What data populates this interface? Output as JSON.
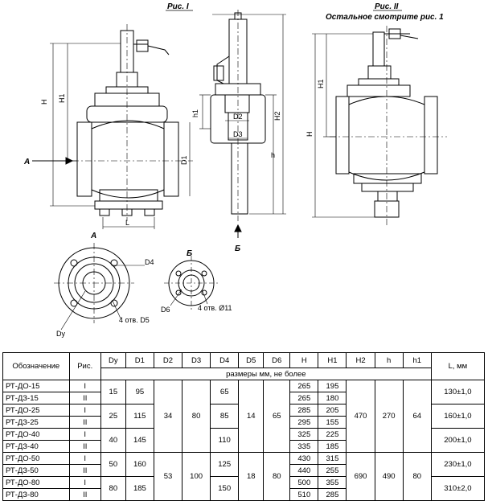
{
  "figure": {
    "fig1_caption": "Рис. I",
    "fig2_caption": "Рис. II",
    "fig2_note": "Остальное смотрите рис. 1",
    "view_a": "А",
    "view_b": "Б",
    "arrow_a": "А",
    "arrow_b": "Б",
    "dims": {
      "H": "H",
      "H1": "H1",
      "H2": "H2",
      "h": "h",
      "h1": "h1",
      "L": "L",
      "D1": "D1",
      "D2": "D2",
      "D3": "D3",
      "D4": "D4",
      "D6": "D6",
      "Dy": "Dy"
    },
    "holes_a": "4 отв. D5",
    "holes_b": "4 отв. Ø11"
  },
  "table": {
    "headers": [
      "Обозначение",
      "Рис.",
      "Dy",
      "D1",
      "D2",
      "D3",
      "D4",
      "D5",
      "D6",
      "H",
      "H1",
      "H2",
      "h",
      "h1",
      "L, мм"
    ],
    "subheader": "размеры мм, не более",
    "rows": [
      {
        "name": "РТ-ДО-15",
        "fig": "I",
        "H": "265",
        "H1": "195"
      },
      {
        "name": "РТ-ДЗ-15",
        "fig": "II",
        "H": "265",
        "H1": "180"
      },
      {
        "name": "РТ-ДО-25",
        "fig": "I",
        "H": "285",
        "H1": "205"
      },
      {
        "name": "РТ-ДЗ-25",
        "fig": "II",
        "H": "295",
        "H1": "155"
      },
      {
        "name": "РТ-ДО-40",
        "fig": "I",
        "H": "325",
        "H1": "225"
      },
      {
        "name": "РТ-ДЗ-40",
        "fig": "II",
        "H": "335",
        "H1": "185"
      },
      {
        "name": "РТ-ДО-50",
        "fig": "I",
        "H": "430",
        "H1": "315"
      },
      {
        "name": "РТ-ДЗ-50",
        "fig": "II",
        "H": "440",
        "H1": "255"
      },
      {
        "name": "РТ-ДО-80",
        "fig": "I",
        "H": "500",
        "H1": "355"
      },
      {
        "name": "РТ-ДЗ-80",
        "fig": "II",
        "H": "510",
        "H1": "285"
      }
    ],
    "groups": [
      {
        "Dy": "15",
        "D1": "95",
        "D4": "65",
        "L": "130±1,0"
      },
      {
        "Dy": "25",
        "D1": "115",
        "D4": "85",
        "L": "160±1,0"
      },
      {
        "Dy": "40",
        "D1": "145",
        "D4": "110",
        "L": "200±1,0"
      },
      {
        "Dy": "50",
        "D1": "160",
        "D4": "125",
        "L": "230±1,0"
      },
      {
        "Dy": "80",
        "D1": "185",
        "D4": "150",
        "L": "310±2,0"
      }
    ],
    "block1": {
      "D2": "34",
      "D3": "80",
      "D5": "14",
      "D6": "65",
      "H2": "470",
      "h": "270",
      "h1": "64"
    },
    "block2": {
      "D2": "53",
      "D3": "100",
      "D5": "18",
      "D6": "80",
      "H2": "690",
      "h": "490",
      "h1": "80"
    }
  }
}
